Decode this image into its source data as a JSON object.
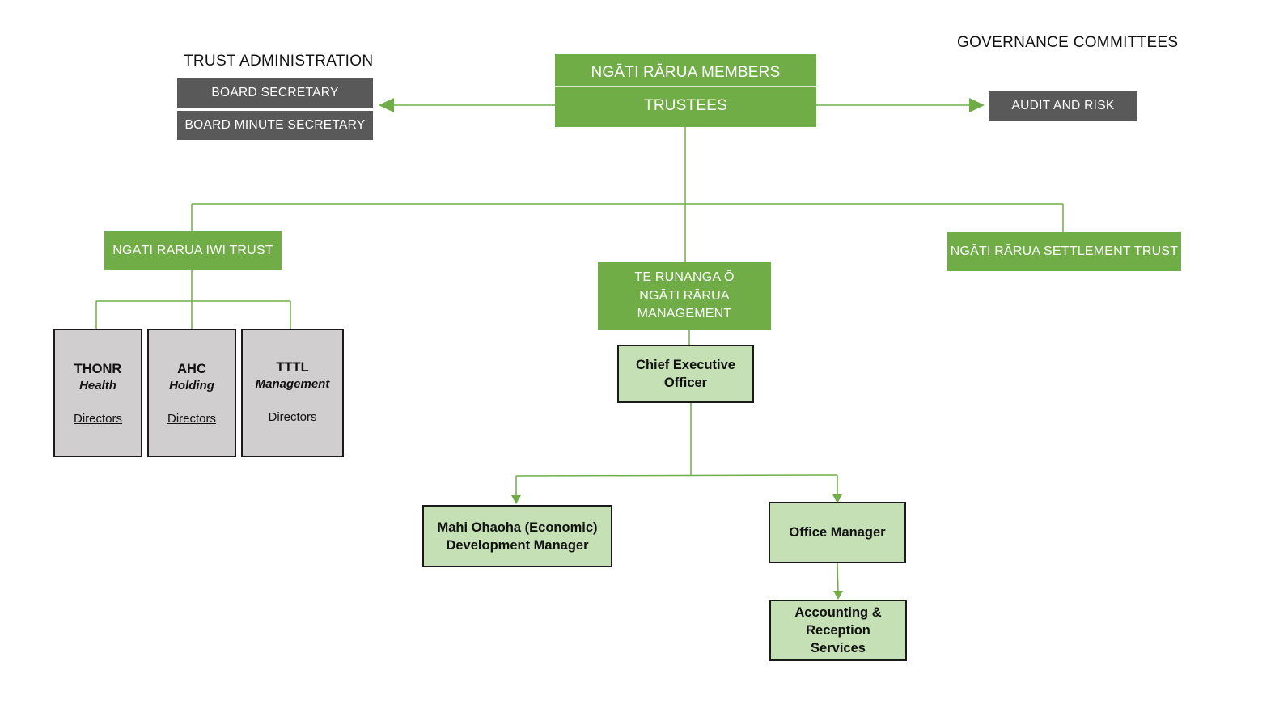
{
  "headings": {
    "trust_admin": "TRUST ADMINISTRATION",
    "governance": "GOVERNANCE COMMITTEES"
  },
  "admin": {
    "board_secretary": "BOARD SECRETARY",
    "board_minute_secretary": "BOARD MINUTE SECRETARY"
  },
  "top": {
    "members": "NGĀTI RĀRUA MEMBERS",
    "trustees": "TRUSTEES"
  },
  "governance": {
    "audit_risk": "AUDIT AND RISK"
  },
  "trusts": {
    "iwi_trust": "NGĀTI RĀRUA IWI TRUST",
    "settlement_trust": "NGĀTI RĀRUA SETTLEMENT TRUST"
  },
  "management": {
    "line1": "TE RUNANGA Ō",
    "line2": "NGĀTI RĀRUA",
    "line3": "MANAGEMENT"
  },
  "subsidiaries": [
    {
      "code": "THONR",
      "type": "Health",
      "role": "Directors"
    },
    {
      "code": "AHC",
      "type": "Holding",
      "role": "Directors"
    },
    {
      "code": "TTTL",
      "type": "Management",
      "role": "Directors"
    }
  ],
  "staff": {
    "ceo_line1": "Chief Executive",
    "ceo_line2": "Officer",
    "mahi_line1": "Mahi Ohaoha (Economic)",
    "mahi_line2": "Development Manager",
    "office_manager": "Office Manager",
    "accounting_line1": "Accounting &",
    "accounting_line2": "Reception",
    "accounting_line3": "Services"
  },
  "colors": {
    "green": "#70ad47",
    "light_green": "#c5e0b4",
    "dark_grey": "#595959",
    "light_grey": "#d0cece"
  }
}
